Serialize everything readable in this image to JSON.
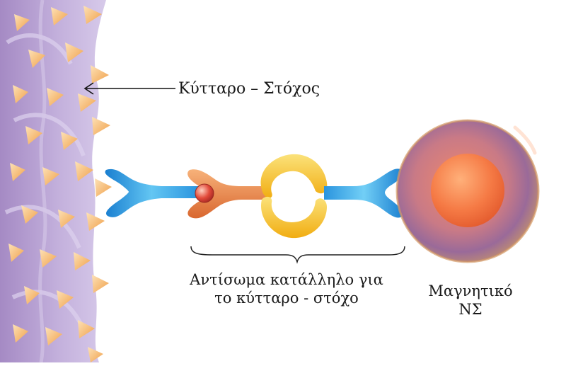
{
  "labels": {
    "target_cell": "Κύτταρο – Στόχος",
    "antibody_line1": "Αντίσωμα κατάλληλο για",
    "antibody_line2": "το κύτταρο - στόχο",
    "particle_line1": "Μαγνητικό",
    "particle_line2": "ΝΣ"
  },
  "colors": {
    "cell_membrane": "#b9a4d2",
    "receptor_spike": "#f5b26b",
    "antibody_blue": "#2f9fe0",
    "antibody_orange": "#ee8a4a",
    "linker_yellow": "#f6c21f",
    "particle_core": "#f4753f",
    "particle_shell": "#8c5a9a"
  }
}
